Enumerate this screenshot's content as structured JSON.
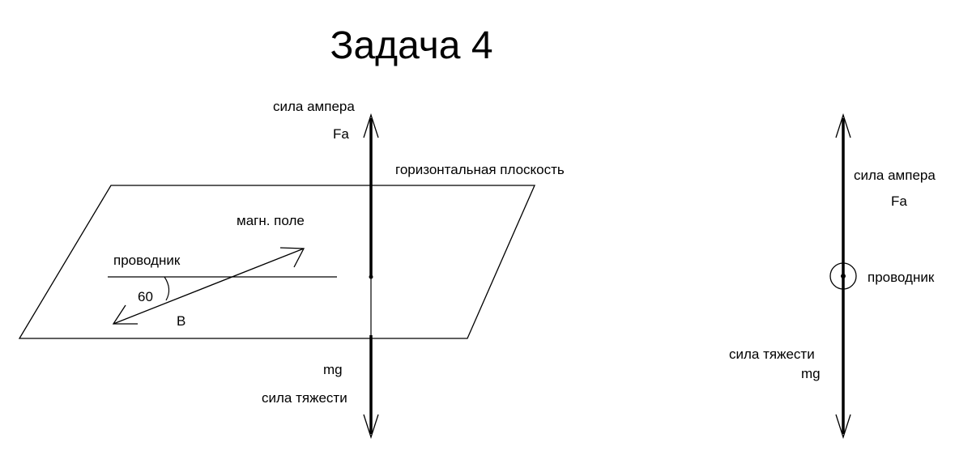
{
  "title": "Задача 4",
  "left_diagram": {
    "ampere_force_label": "сила ампера",
    "ampere_force_symbol": "Fa",
    "plane_label": "горизонтальная плоскость",
    "field_label": "магн. поле",
    "conductor_label": "проводник",
    "angle_value": "60",
    "field_symbol": "B",
    "gravity_symbol": "mg",
    "gravity_label": "сила тяжести"
  },
  "right_diagram": {
    "ampere_force_label": "сила ампера",
    "ampere_force_symbol": "Fa",
    "conductor_label": "проводник",
    "gravity_label": "сила тяжести",
    "gravity_symbol": "mg"
  },
  "colors": {
    "ink": "#000000",
    "background": "#ffffff"
  }
}
